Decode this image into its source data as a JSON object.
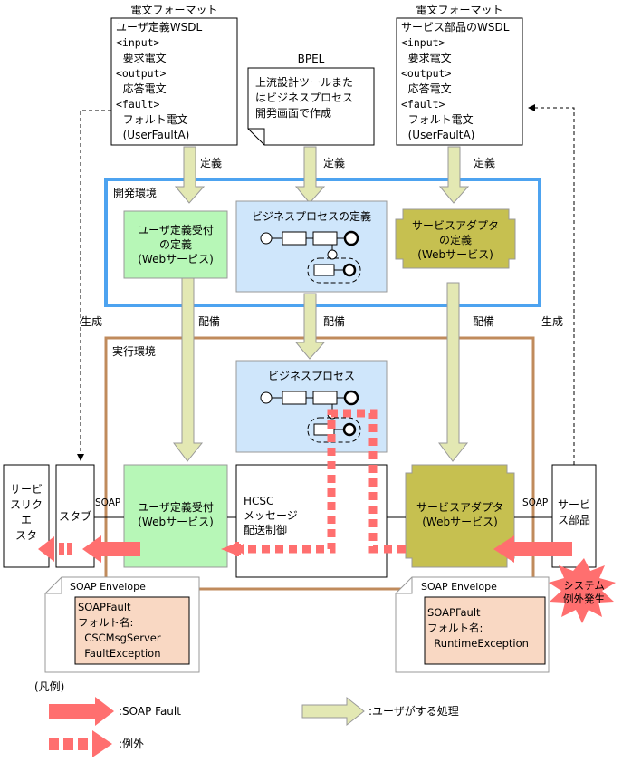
{
  "formats": {
    "left": {
      "caption": "電文フォーマット",
      "lines": [
        "ユーザ定義WSDL",
        "<input>",
        "  要求電文",
        "<output>",
        "  応答電文",
        "<fault>",
        "  フォルト電文",
        "  (UserFaultA)"
      ]
    },
    "right": {
      "caption": "電文フォーマット",
      "lines": [
        "サービス部品のWSDL",
        "<input>",
        "  要求電文",
        "<output>",
        "  応答電文",
        "<fault>",
        "  フォルト電文",
        "  (UserFaultA)"
      ]
    },
    "bpel": {
      "caption": "BPEL",
      "lines": [
        "上流設計ツールまた",
        "はビジネスプロセス",
        "開発画面で作成"
      ]
    }
  },
  "arrows": {
    "define_1": "定義",
    "define_2": "定義",
    "define_3": "定義",
    "deploy_1": "配備",
    "deploy_2": "配備",
    "deploy_3": "配備",
    "generate_left": "生成",
    "generate_right": "生成"
  },
  "dev_env": {
    "title": "開発環境",
    "user_reception": [
      "ユーザ定義受付",
      "の定義",
      "(Webサービス)"
    ],
    "business_process": "ビジネスプロセスの定義",
    "service_adapter": [
      "サービスアダプタ",
      "の定義",
      "(Webサービス)"
    ]
  },
  "run_env": {
    "title": "実行環境",
    "business_process": "ビジネスプロセス",
    "user_reception": [
      "ユーザ定義受付",
      "(Webサービス)"
    ],
    "hcsc": [
      "HCSC",
      "メッセージ",
      "配送制御"
    ],
    "service_adapter": [
      "サービスアダプタ",
      "(Webサービス)"
    ]
  },
  "side": {
    "client": [
      "サービ",
      "スリク",
      "エ",
      "スタ"
    ],
    "stub": "スタブ",
    "soap_left": "SOAP",
    "soap_right": "SOAP",
    "service_part": [
      "サービ",
      "ス部品"
    ],
    "exception": [
      "システム",
      "例外発生"
    ]
  },
  "envelopes": {
    "left": {
      "title": "SOAP Envelope",
      "lines": [
        "SOAPFault",
        "フォルト名:",
        "  CSCMsgServer",
        "  FaultException"
      ]
    },
    "right": {
      "title": "SOAP Envelope",
      "lines": [
        "SOAPFault",
        "フォルト名:",
        "  RuntimeException"
      ]
    }
  },
  "legend": {
    "title": "(凡例)",
    "soap_fault": ":SOAP Fault",
    "exception": ":例外",
    "user_process": ":ユーザがする処理"
  },
  "colors": {
    "green": "#b7f7b7",
    "olive": "#c6c050",
    "blue_box": "#cfe6fb",
    "dev_border": "#4da3f0",
    "run_border": "#c08b5c",
    "arrow_light": "#e3e8b3",
    "fault_red": "#ff6f6f",
    "envelope_fill": "#f9d8c3"
  }
}
